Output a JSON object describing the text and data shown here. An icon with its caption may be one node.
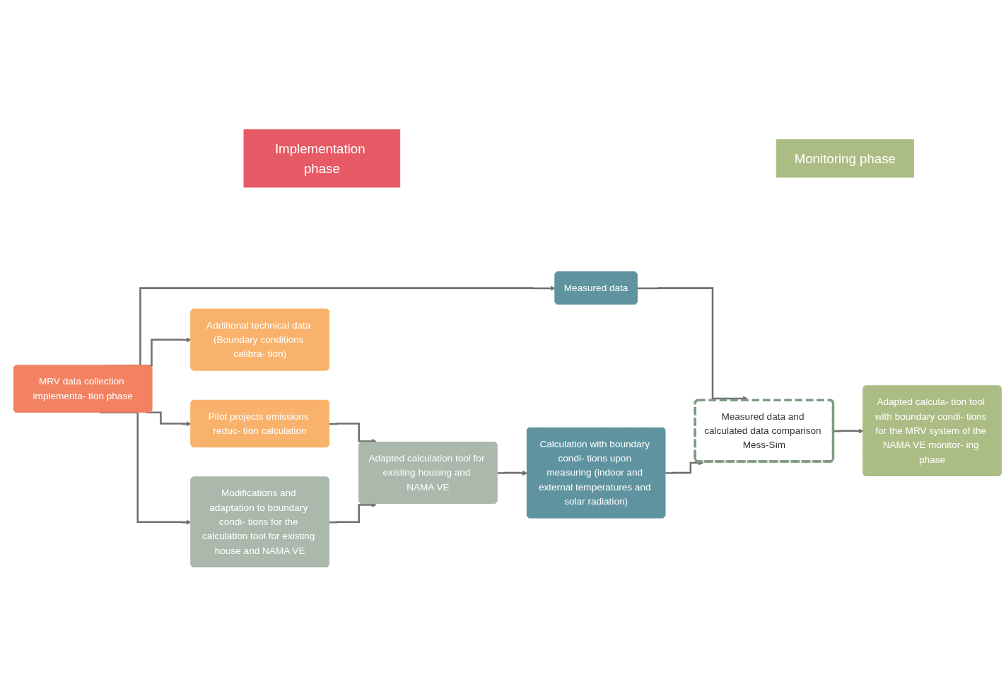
{
  "diagram": {
    "nodes": [
      {
        "text": [
          "Implementation phase"
        ]
      },
      {
        "text": [
          "Monitoring phase"
        ]
      },
      {
        "text": [
          "MRV data collection implementa- tion phase"
        ]
      },
      {
        "text": [
          "Pilot projects emissions reduc- tion calculation"
        ]
      },
      {
        "text": [
          "Additional technical data (Boundary conditions calibra- tion)"
        ]
      },
      {
        "text": [
          "Adapted calculation tool for existing housing and NAMA VE"
        ]
      },
      {
        "text": [
          "Modifications and adaptation to boundary condi- tions for the calculation tool for existing house and NAMA VE"
        ]
      },
      {
        "text": [
          "Measured data"
        ]
      },
      {
        "text": [
          "Measured data and calculated data comparison Mess-Sim"
        ]
      },
      {
        "text": [
          "Calculation with boundary condi- tions upon measuring (indoor and external temperatures and solar radiation)"
        ]
      },
      {
        "text": [
          "Adapted calcula- tion tool with boundary condi- tions for the MRV system of the NAMA VE monitor- ing phase"
        ]
      }
    ],
    "edges": [
      {
        "from": 2,
        "to": 3,
        "arrow": "to"
      },
      {
        "from": 2,
        "to": 4,
        "arrow": "to"
      },
      {
        "from": 2,
        "to": 7,
        "arrow": "to"
      },
      {
        "from": 2,
        "to": 6,
        "arrow": "to"
      },
      {
        "from": 3,
        "to": 5,
        "arrow": "to"
      },
      {
        "from": 6,
        "to": 5,
        "arrow": "to"
      },
      {
        "from": 5,
        "to": 9,
        "arrow": "to"
      },
      {
        "from": 7,
        "to": 8,
        "arrow": "to"
      },
      {
        "from": 9,
        "to": 8,
        "arrow": "to"
      },
      {
        "from": 8,
        "to": 10,
        "arrow": "to"
      }
    ]
  }
}
